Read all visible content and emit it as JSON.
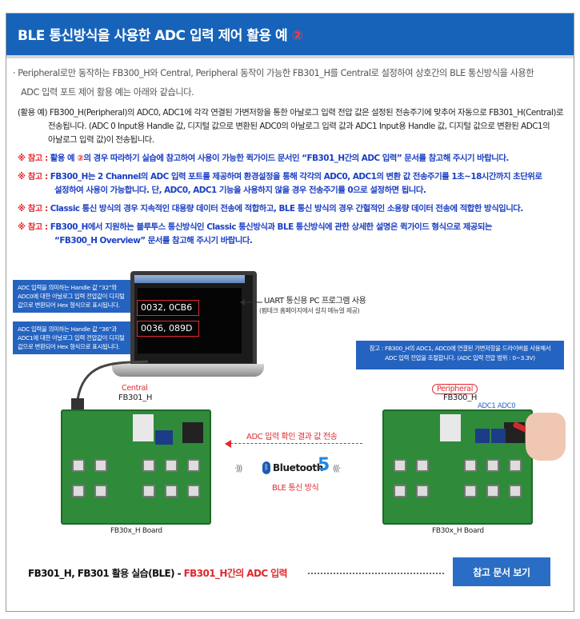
{
  "header": {
    "title": "BLE 통신방식을 사용한 ADC 입력 제어 활용 예",
    "number": "②"
  },
  "intro": {
    "line1": "· Peripheral로만 동작하는 FB300_H와 Central, Peripheral 동작이 가능한 FB301_H를 Central로 설정하여 상호간의 BLE 통신방식을 사용한",
    "line2": "ADC 입력 포트 제어 활용 예는 아래와 같습니다."
  },
  "example": {
    "line1": "(활용 예) FB300_H(Peripheral)의 ADC0, ADC1에 각각 연결된 가변저항을 통한 아날로그 입력 전압 값은 설정된 전송주기에 맞추어 자동으로 FB301_H(Central)로",
    "line2": "전송됩니다. (ADC 0 Input용 Handle 값, 디지털 값으로 변환된 ADC0의 아날로그 입력 값과 ADC1 Input용 Handle 값, 디지털 값으로 변환된 ADC1의",
    "line3": "아날로그 입력 값)이 전송됩니다."
  },
  "notes": [
    {
      "mark": "※ 참고 :",
      "pre": "활용 예",
      "circ": "②",
      "text": "의 경우 따라하기 실습에 참고하여 사용이 가능한 퀵가이드 문서인 “FB301_H간의 ADC 입력” 문서를 참고해 주시기 바랍니다."
    },
    {
      "mark": "※ 참고 :",
      "text": "FB300_H는 2 Channel의 ADC 입력 포트를 제공하며 환경설정을 통해 각각의 ADC0, ADC1의 변환 값 전송주기를 1초~18시간까지 초단위로",
      "text2": "설정하여 사용이 가능합니다.  단, ADC0, ADC1 기능을 사용하지 않을 경우 전송주기를 0으로 설정하면 됩니다."
    },
    {
      "mark": "※ 참고 :",
      "text": "Classic 통신 방식의 경우 지속적인 대용량 데이터 전송에 적합하고, BLE 통신 방식의 경우 간헐적인 소용량 데이터 전송에 적합한 방식입니다."
    },
    {
      "mark": "※ 참고 :",
      "text": "FB300_H에서 지원하는 블루투스 통신방식인 Classic 통신방식과 BLE 통신방식에 관한 상세한 설명은 퀵가이드 형식으로 제공되는",
      "text2": "“FB300_H Overview” 문서를 참고해 주시기 바랍니다."
    }
  ],
  "diagram": {
    "callout1": {
      "line1": "ADC 입력을 의미하는 Handle 값 “32”와",
      "line2": "ADC0에 대한 아날로그 입력 전압값이 디지털",
      "line3": "값으로 변환되어 Hex 형식으로 표시됩니다."
    },
    "callout2": {
      "line1": "ADC 입력을 의미하는 Handle 값 “36”과",
      "line2": "ADC1에 대한 아날로그 입력 전압값이 디지털",
      "line3": "값으로 변환되어 Hex 형식으로 표시됩니다."
    },
    "readout1": "0032, 0CB6",
    "readout2": "0036, 089D",
    "uart_label": "UART 통신용 PC 프로그램 사용",
    "uart_sub": "(펌테크 홈페이지에서 설치 메뉴얼 제공)",
    "note_box": {
      "line1": "참고 : FB300_H의 ADC1, ADC0에 연결된 가변저항을 드라이버를 사용해서",
      "line2": "ADC 입력 전압을 조절합니다.  (ADC 입력 전압 범위 : 0~3.3V)"
    },
    "central_role": "Central",
    "central_board": "FB301_H",
    "peripheral_role": "Peripheral",
    "peripheral_board": "FB300_H",
    "adc_labels": "ADC1  ADC0",
    "result_label": "ADC 입력 확인 결과 값 전송",
    "bt_wave_left": "·))) ",
    "bt_wave_right": " (((·",
    "bt_icon": "ᛒ",
    "bt_text": "Bluetooth",
    "bt_five": "5",
    "bt_sub": "BLE 통신 방식",
    "board_left_label": "FB30x_H Board",
    "board_right_label": "FB30x_H Board"
  },
  "footer": {
    "text": "FB301_H, FB301 활용 실습(BLE) - ",
    "highlight": "FB301_H간의 ADC 입력",
    "button": "참고 문서 보기"
  },
  "colors": {
    "header_bg": "#1763b9",
    "accent_red": "#e0282e",
    "note_blue": "#1a3fc4",
    "board_green": "#2f8a3a",
    "button_blue": "#2a6dc4"
  }
}
